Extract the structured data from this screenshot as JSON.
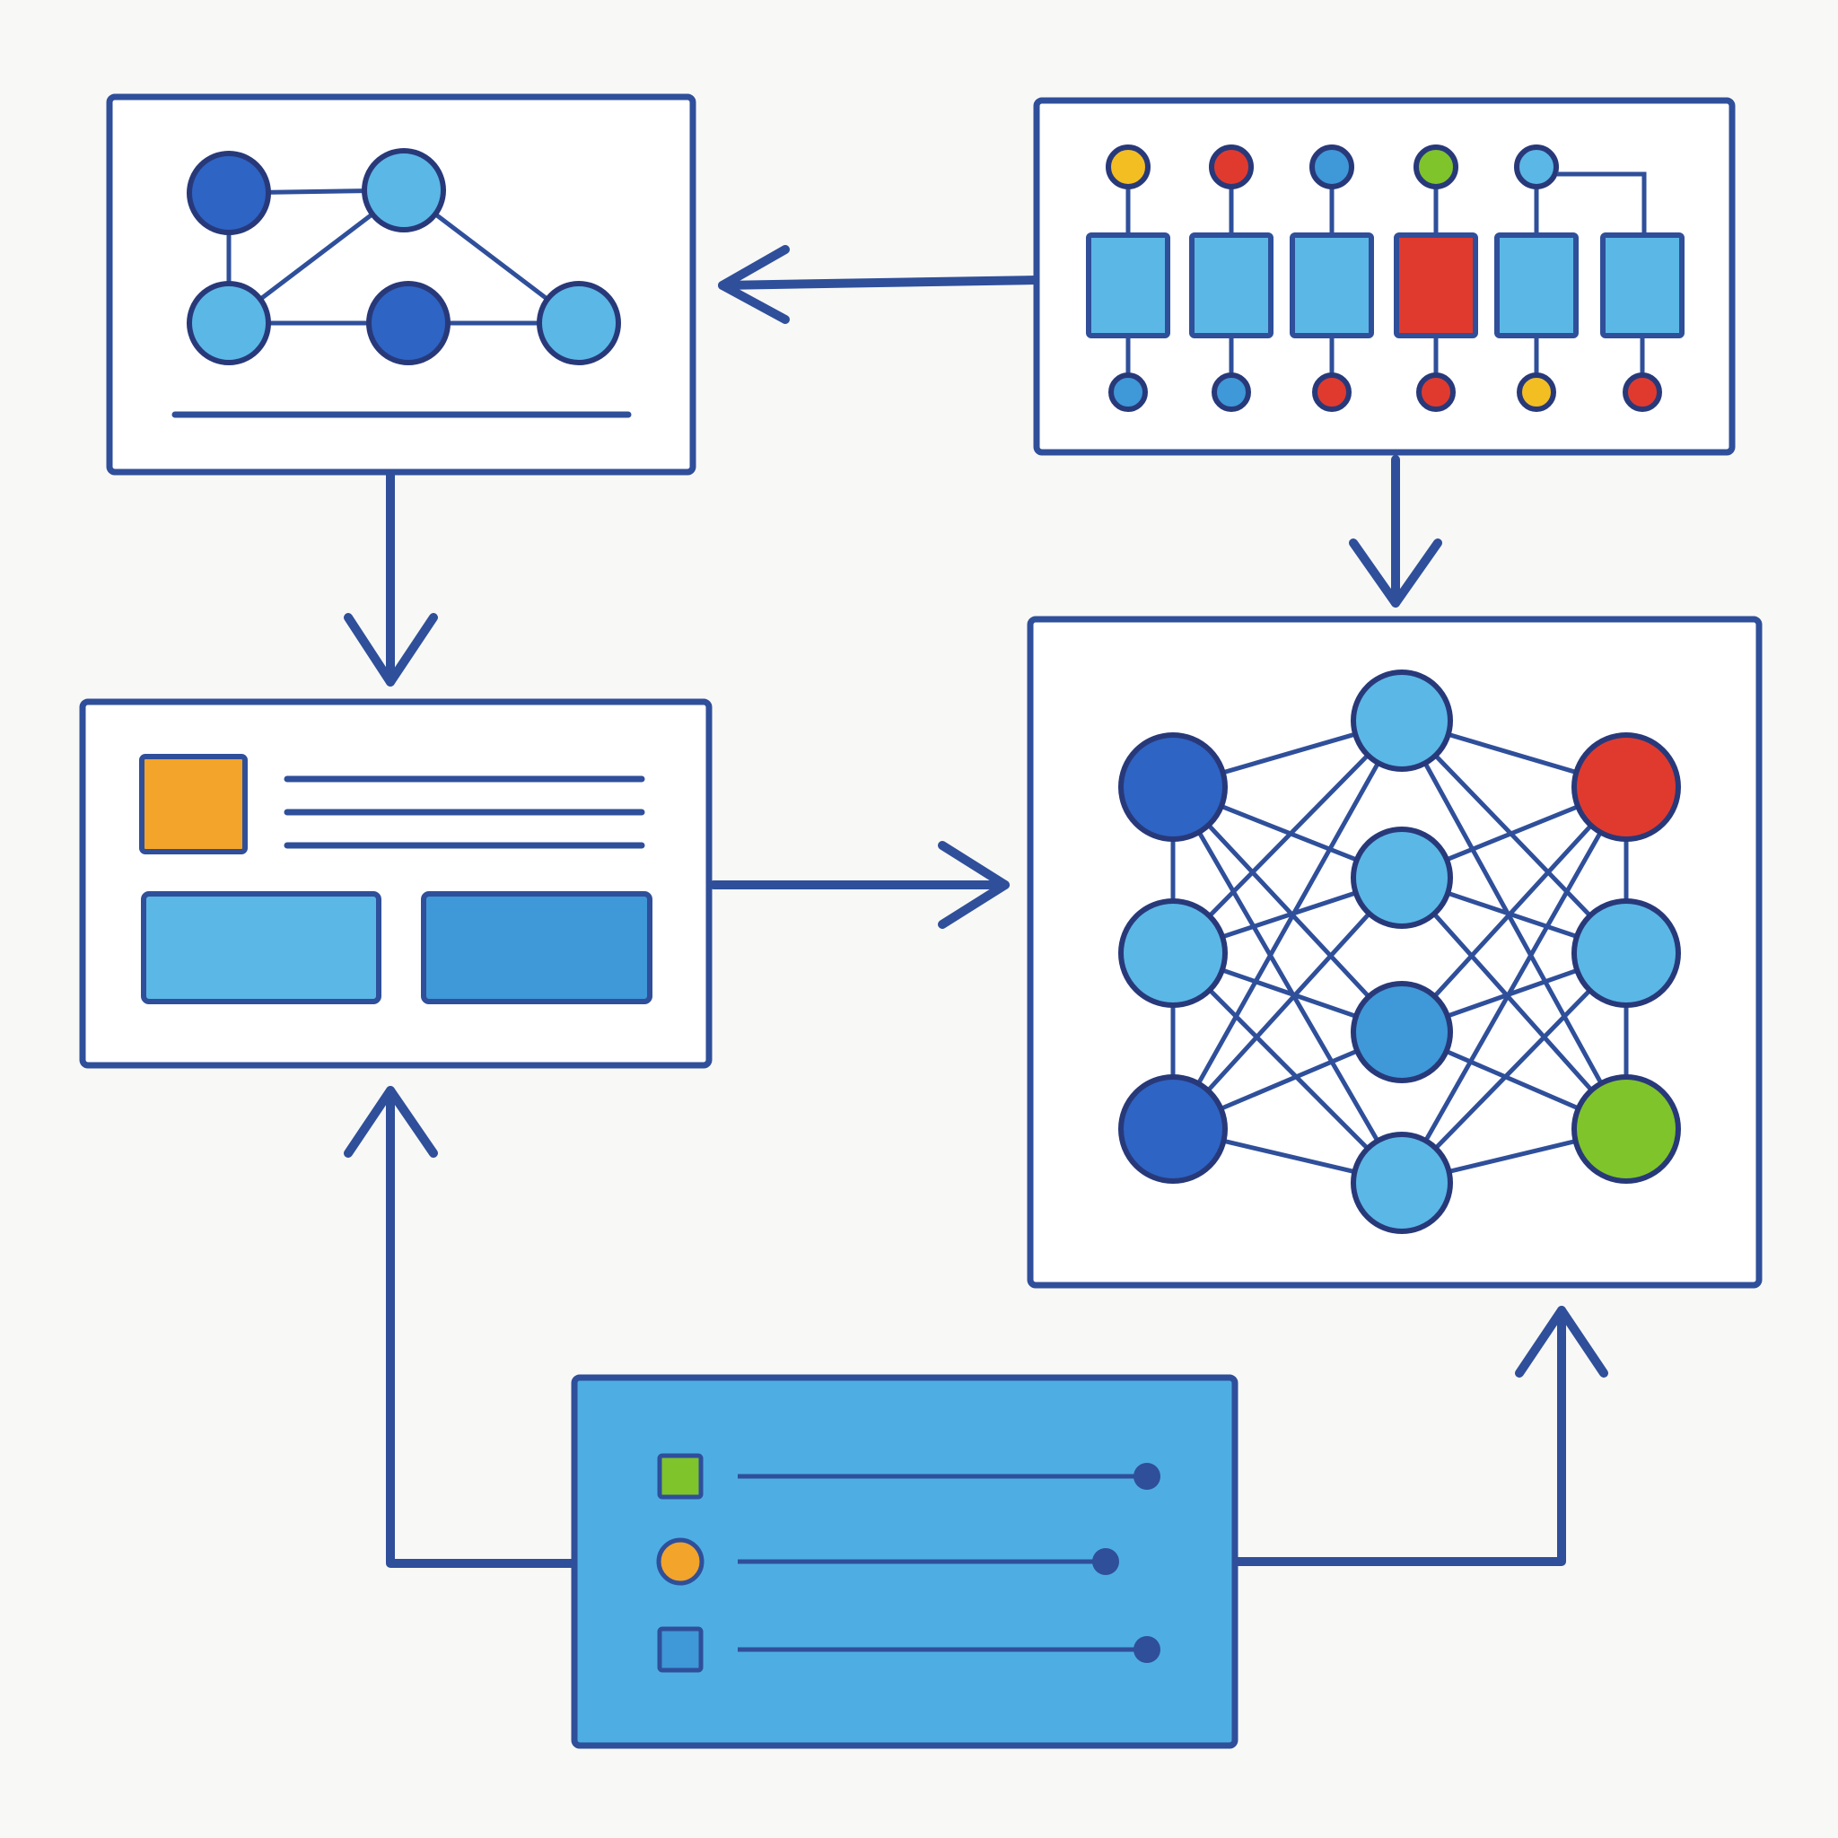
{
  "colors": {
    "outline": "#2f4f9a",
    "dark_blue": "#2e64c4",
    "light_blue": "#5bb7e6",
    "mid_blue": "#3f98d8",
    "red": "#e03a2f",
    "green": "#7fc42b",
    "yellow": "#f3be22",
    "orange": "#f3a42a",
    "panel_fill": "#4eaee3",
    "background": "#f8f8f6"
  },
  "panels": [
    {
      "id": "graph-panel",
      "icon": "network-graph-icon"
    },
    {
      "id": "sequence-panel",
      "icon": "sequence-chain-icon"
    },
    {
      "id": "card-panel",
      "icon": "document-card-icon"
    },
    {
      "id": "neural-network-panel",
      "icon": "neural-network-icon"
    },
    {
      "id": "list-panel",
      "icon": "settings-list-icon"
    }
  ],
  "graph_nodes": [
    {
      "id": "g1",
      "color": "dark_blue"
    },
    {
      "id": "g2",
      "color": "light_blue"
    },
    {
      "id": "g3",
      "color": "light_blue"
    },
    {
      "id": "g4",
      "color": "dark_blue"
    },
    {
      "id": "g5",
      "color": "light_blue"
    }
  ],
  "sequence_columns": [
    {
      "top": "yellow",
      "block": "light_blue",
      "bottom": "mid_blue"
    },
    {
      "top": "red",
      "block": "light_blue",
      "bottom": "mid_blue"
    },
    {
      "top": "mid_blue",
      "block": "light_blue",
      "bottom": "red"
    },
    {
      "top": "green",
      "block": "red",
      "bottom": "red"
    },
    {
      "top": "light_blue",
      "block": "light_blue",
      "bottom": "yellow"
    },
    {
      "top": "none",
      "block": "light_blue",
      "bottom": "red"
    }
  ],
  "neural_network": {
    "layers": [
      [
        "dark_blue",
        "light_blue",
        "dark_blue"
      ],
      [
        "light_blue",
        "light_blue",
        "mid_blue",
        "light_blue"
      ],
      [
        "red",
        "light_blue",
        "green"
      ]
    ]
  },
  "list_items": [
    {
      "marker": "square",
      "color": "green"
    },
    {
      "marker": "circle",
      "color": "orange"
    },
    {
      "marker": "square",
      "color": "mid_blue"
    }
  ]
}
